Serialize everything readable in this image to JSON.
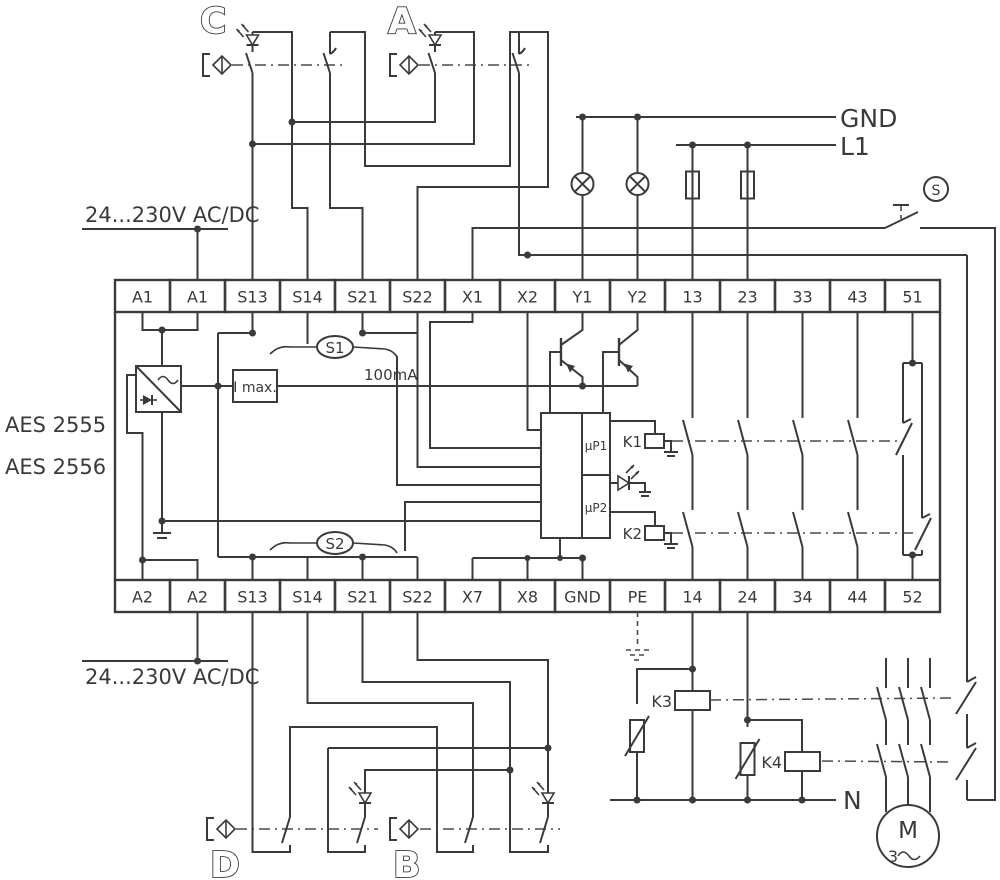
{
  "device": {
    "model_line1": "AES 2555",
    "model_line2": "AES 2556"
  },
  "power_labels": {
    "top": "24...230V AC/DC",
    "bottom": "24...230V AC/DC"
  },
  "rails": {
    "gnd": "GND",
    "l1": "L1",
    "neutral": "N"
  },
  "sensors": {
    "top_left": "C",
    "top_right": "A",
    "bottom_left": "D",
    "bottom_right": "B"
  },
  "terminals": {
    "top": [
      "A1",
      "A1",
      "S13",
      "S14",
      "S21",
      "S22",
      "X1",
      "X2",
      "Y1",
      "Y2",
      "13",
      "23",
      "33",
      "43",
      "51"
    ],
    "bottom": [
      "A2",
      "A2",
      "S13",
      "S14",
      "S21",
      "S22",
      "X7",
      "X8",
      "GND",
      "PE",
      "14",
      "24",
      "34",
      "44",
      "52"
    ]
  },
  "internal": {
    "current_limit": "I max.",
    "current_value": "100mA",
    "s1": "S1",
    "s2": "S2",
    "up1": "µP1",
    "up2": "µP2",
    "k1": "K1",
    "k2": "K2"
  },
  "external": {
    "k3": "K3",
    "k4": "K4",
    "reset_switch": "S",
    "motor": "M",
    "motor_phases": "3"
  },
  "colors": {
    "line": "#3a3a3a",
    "background": "#ffffff"
  }
}
